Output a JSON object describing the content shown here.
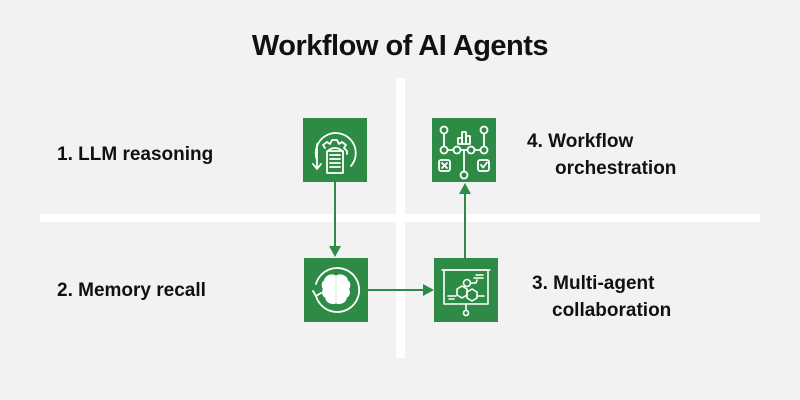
{
  "title": "Workflow of AI Agents",
  "accent_color": "#2e8b46",
  "steps": [
    {
      "number": "1.",
      "label": "LLM reasoning",
      "label_line2": "",
      "icon": "gear-document-cycle-icon"
    },
    {
      "number": "2.",
      "label": "Memory recall",
      "label_line2": "",
      "icon": "brain-cycle-icon"
    },
    {
      "number": "3.",
      "label": "Multi-agent",
      "label_line2": "collaboration",
      "icon": "presentation-board-molecule-icon"
    },
    {
      "number": "4.",
      "label": "Workflow",
      "label_line2": "orchestration",
      "icon": "workflow-network-icon"
    }
  ],
  "flow": [
    {
      "from": "1",
      "to": "2",
      "direction": "down"
    },
    {
      "from": "2",
      "to": "3",
      "direction": "right"
    },
    {
      "from": "3",
      "to": "4",
      "direction": "up"
    }
  ]
}
